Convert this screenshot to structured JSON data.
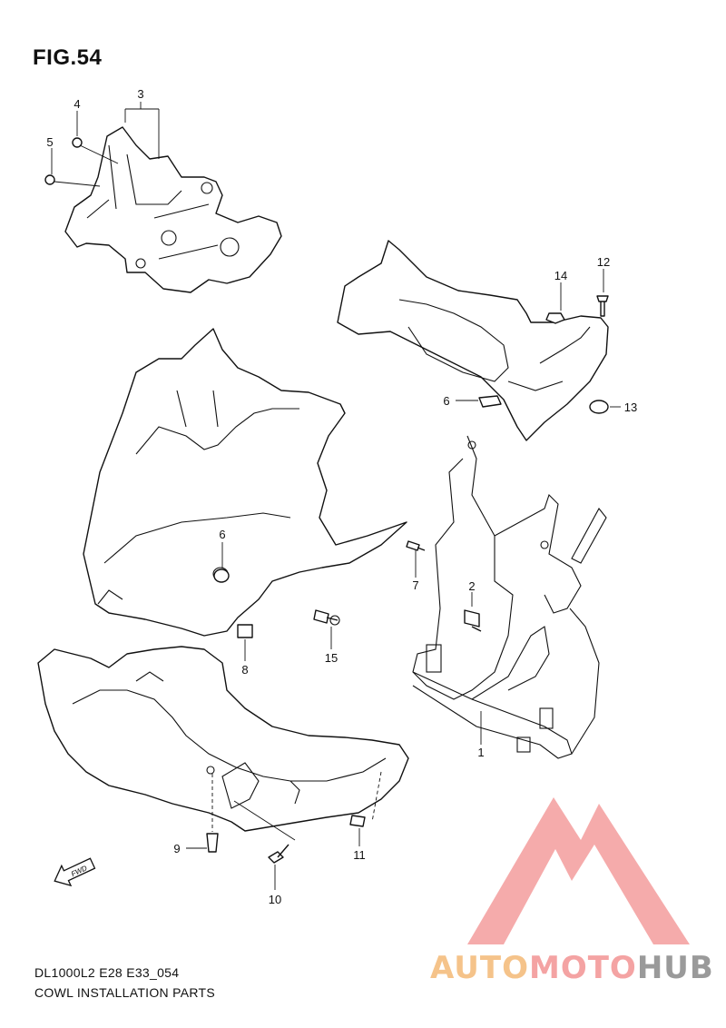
{
  "figure": {
    "title": "FIG.54",
    "code": "DL1000L2 E28 E33_054",
    "caption": "COWL INSTALLATION PARTS",
    "direction_label": "FWD"
  },
  "callouts": {
    "c1": "1",
    "c2": "2",
    "c3": "3",
    "c4": "4",
    "c5": "5",
    "c6a": "6",
    "c6b": "6",
    "c7": "7",
    "c8": "8",
    "c9": "9",
    "c10": "10",
    "c11": "11",
    "c12": "12",
    "c13": "13",
    "c14": "14",
    "c15": "15"
  },
  "watermark": {
    "part1": "AUTO",
    "part2": "MOTO",
    "part3": "HUB",
    "colors": {
      "auto": "#f5c38a",
      "moto": "#f4a3a3",
      "hub": "#9a9a9a",
      "triangle": "#f4a3a3"
    }
  }
}
